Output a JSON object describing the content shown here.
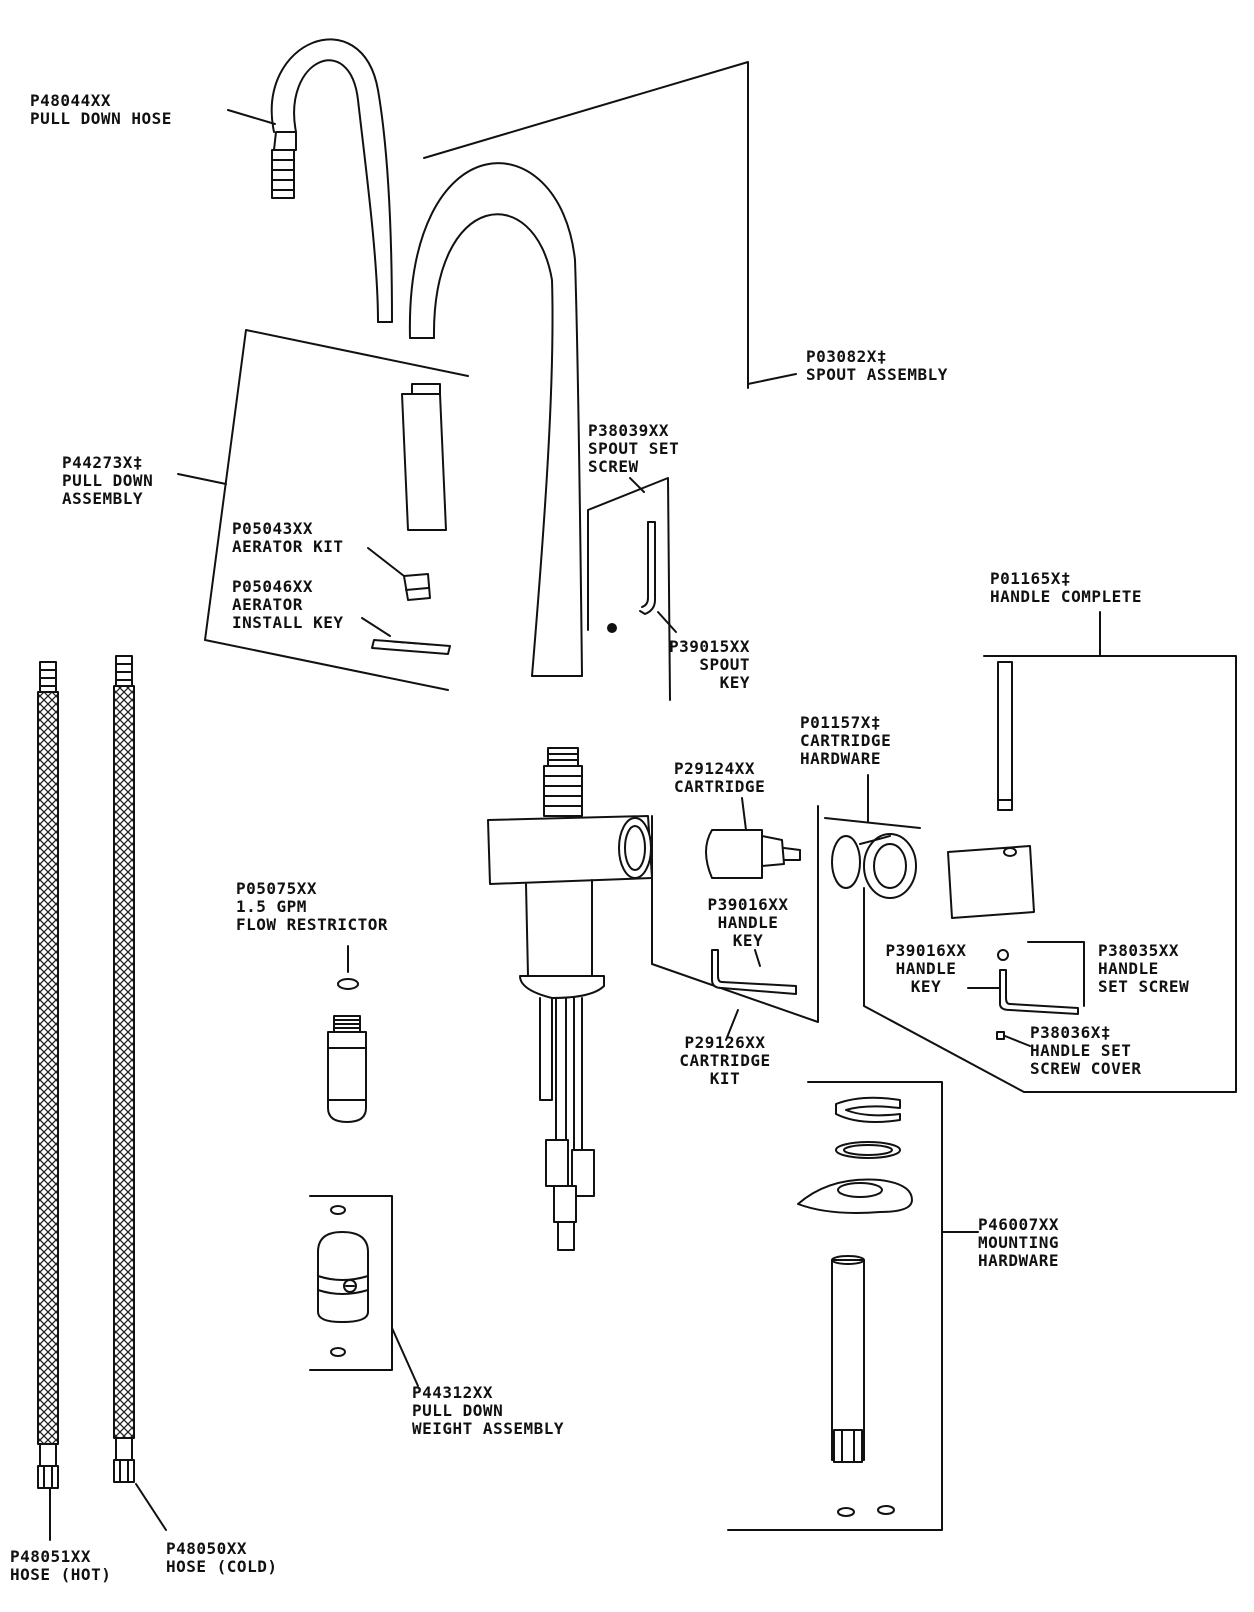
{
  "labels": {
    "pull_down_hose": {
      "part": "P48044XX",
      "name": [
        "PULL DOWN HOSE"
      ]
    },
    "spout_assembly": {
      "part": "P03082X‡",
      "name": [
        "SPOUT ASSEMBLY"
      ]
    },
    "pull_down_assembly": {
      "part": "P44273X‡",
      "name": [
        "PULL DOWN",
        "ASSEMBLY"
      ]
    },
    "aerator_kit": {
      "part": "P05043XX",
      "name": [
        "AERATOR KIT"
      ]
    },
    "aerator_install_key": {
      "part": "P05046XX",
      "name": [
        "AERATOR",
        "INSTALL KEY"
      ]
    },
    "spout_set_screw": {
      "part": "P38039XX",
      "name": [
        "SPOUT SET",
        "SCREW"
      ]
    },
    "spout_key": {
      "part": "P39015XX",
      "name": [
        "SPOUT",
        "KEY"
      ]
    },
    "handle_complete": {
      "part": "P01165X‡",
      "name": [
        "HANDLE COMPLETE"
      ]
    },
    "cartridge_hardware": {
      "part": "P01157X‡",
      "name": [
        "CARTRIDGE",
        "HARDWARE"
      ]
    },
    "cartridge": {
      "part": "P29124XX",
      "name": [
        "CARTRIDGE"
      ]
    },
    "cartridge_handle_key": {
      "part": "P39016XX",
      "name": [
        "HANDLE",
        "KEY"
      ]
    },
    "cartridge_kit": {
      "part": "P29126XX",
      "name": [
        "CARTRIDGE",
        "KIT"
      ]
    },
    "flow_restrictor": {
      "part": "P05075XX",
      "name": [
        "1.5 GPM",
        "FLOW RESTRICTOR"
      ]
    },
    "handle_key": {
      "part": "P39016XX",
      "name": [
        "HANDLE",
        "KEY"
      ]
    },
    "handle_set_screw": {
      "part": "P38035XX",
      "name": [
        "HANDLE",
        "SET SCREW"
      ]
    },
    "handle_set_screw_cover": {
      "part": "P38036X‡",
      "name": [
        "HANDLE SET",
        "SCREW COVER"
      ]
    },
    "mounting_hardware": {
      "part": "P46007XX",
      "name": [
        "MOUNTING",
        "HARDWARE"
      ]
    },
    "pull_down_weight_assembly": {
      "part": "P44312XX",
      "name": [
        "PULL DOWN",
        "WEIGHT ASSEMBLY"
      ]
    },
    "hose_hot": {
      "part": "P48051XX",
      "name": [
        "HOSE (HOT)"
      ]
    },
    "hose_cold": {
      "part": "P48050XX",
      "name": [
        "HOSE (COLD)"
      ]
    }
  }
}
